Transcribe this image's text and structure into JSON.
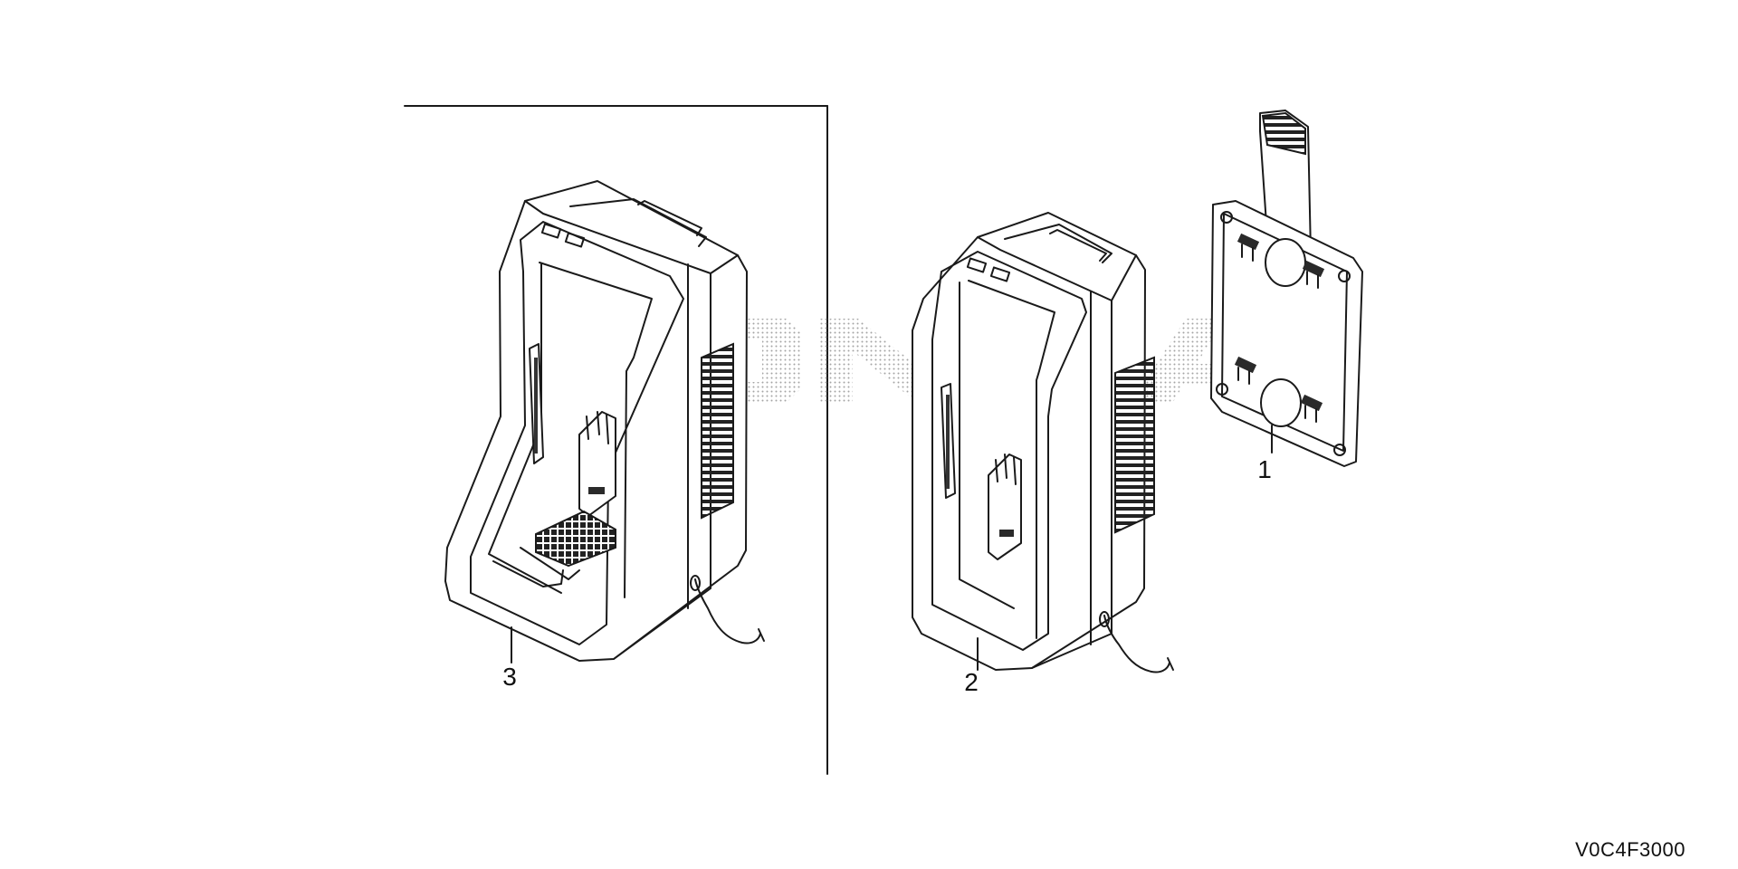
{
  "diagram": {
    "code": "V0C4F3000",
    "watermark": "HONDA",
    "callouts": [
      {
        "id": "1",
        "label": "1"
      },
      {
        "id": "2",
        "label": "2"
      },
      {
        "id": "3",
        "label": "3"
      }
    ]
  }
}
